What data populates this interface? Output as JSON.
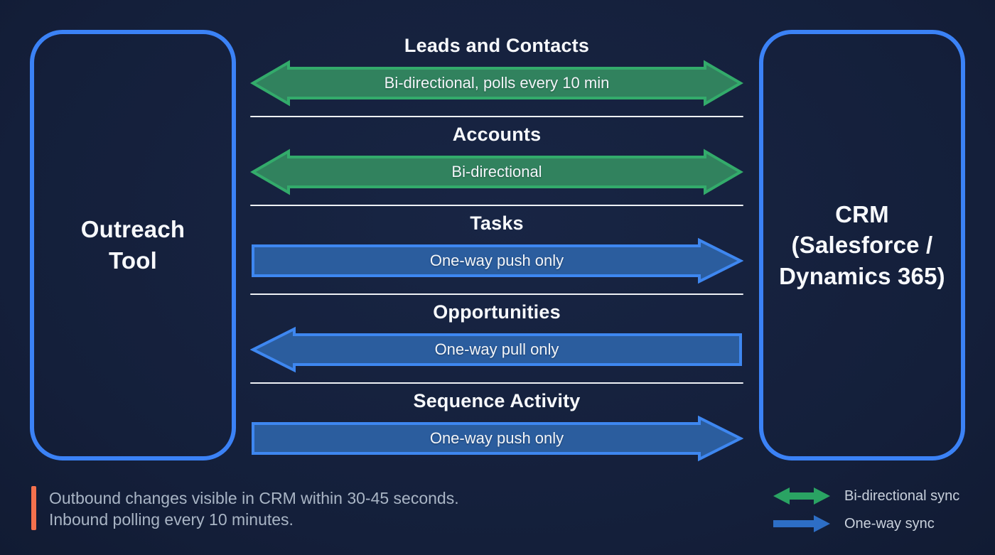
{
  "palette": {
    "background": "#16213d",
    "box_border": "#3b82f6",
    "green_arrow_stroke": "#33ab6b",
    "green_arrow_fill": "#31825e",
    "blue_arrow_stroke": "#3e87f0",
    "blue_arrow_fill": "#2b5d9e",
    "divider": "#eef1f5",
    "note_accent": "#f4714d",
    "note_text": "#a9b5c5",
    "legend_text": "#c9d1dc",
    "title_text": "#f7f9fc"
  },
  "left_box": {
    "label": "Outreach\nTool"
  },
  "right_box": {
    "label": "CRM\n(Salesforce /\nDynamics 365)"
  },
  "rows": [
    {
      "title": "Leads and Contacts",
      "label": "Bi-directional, polls every 10 min",
      "direction": "both",
      "color": "green"
    },
    {
      "title": "Accounts",
      "label": "Bi-directional",
      "direction": "both",
      "color": "green"
    },
    {
      "title": "Tasks",
      "label": "One-way push only",
      "direction": "right",
      "color": "blue"
    },
    {
      "title": "Opportunities",
      "label": "One-way pull only",
      "direction": "left",
      "color": "blue"
    },
    {
      "title": "Sequence Activity",
      "label": "One-way push only",
      "direction": "right",
      "color": "blue"
    }
  ],
  "note": {
    "text": "Outbound changes visible in CRM within 30-45 seconds.\nInbound polling every 10 minutes."
  },
  "legend": [
    {
      "icon": "bidirectional-arrow-icon",
      "label": "Bi-directional sync"
    },
    {
      "icon": "one-way-arrow-icon",
      "label": "One-way sync"
    }
  ]
}
